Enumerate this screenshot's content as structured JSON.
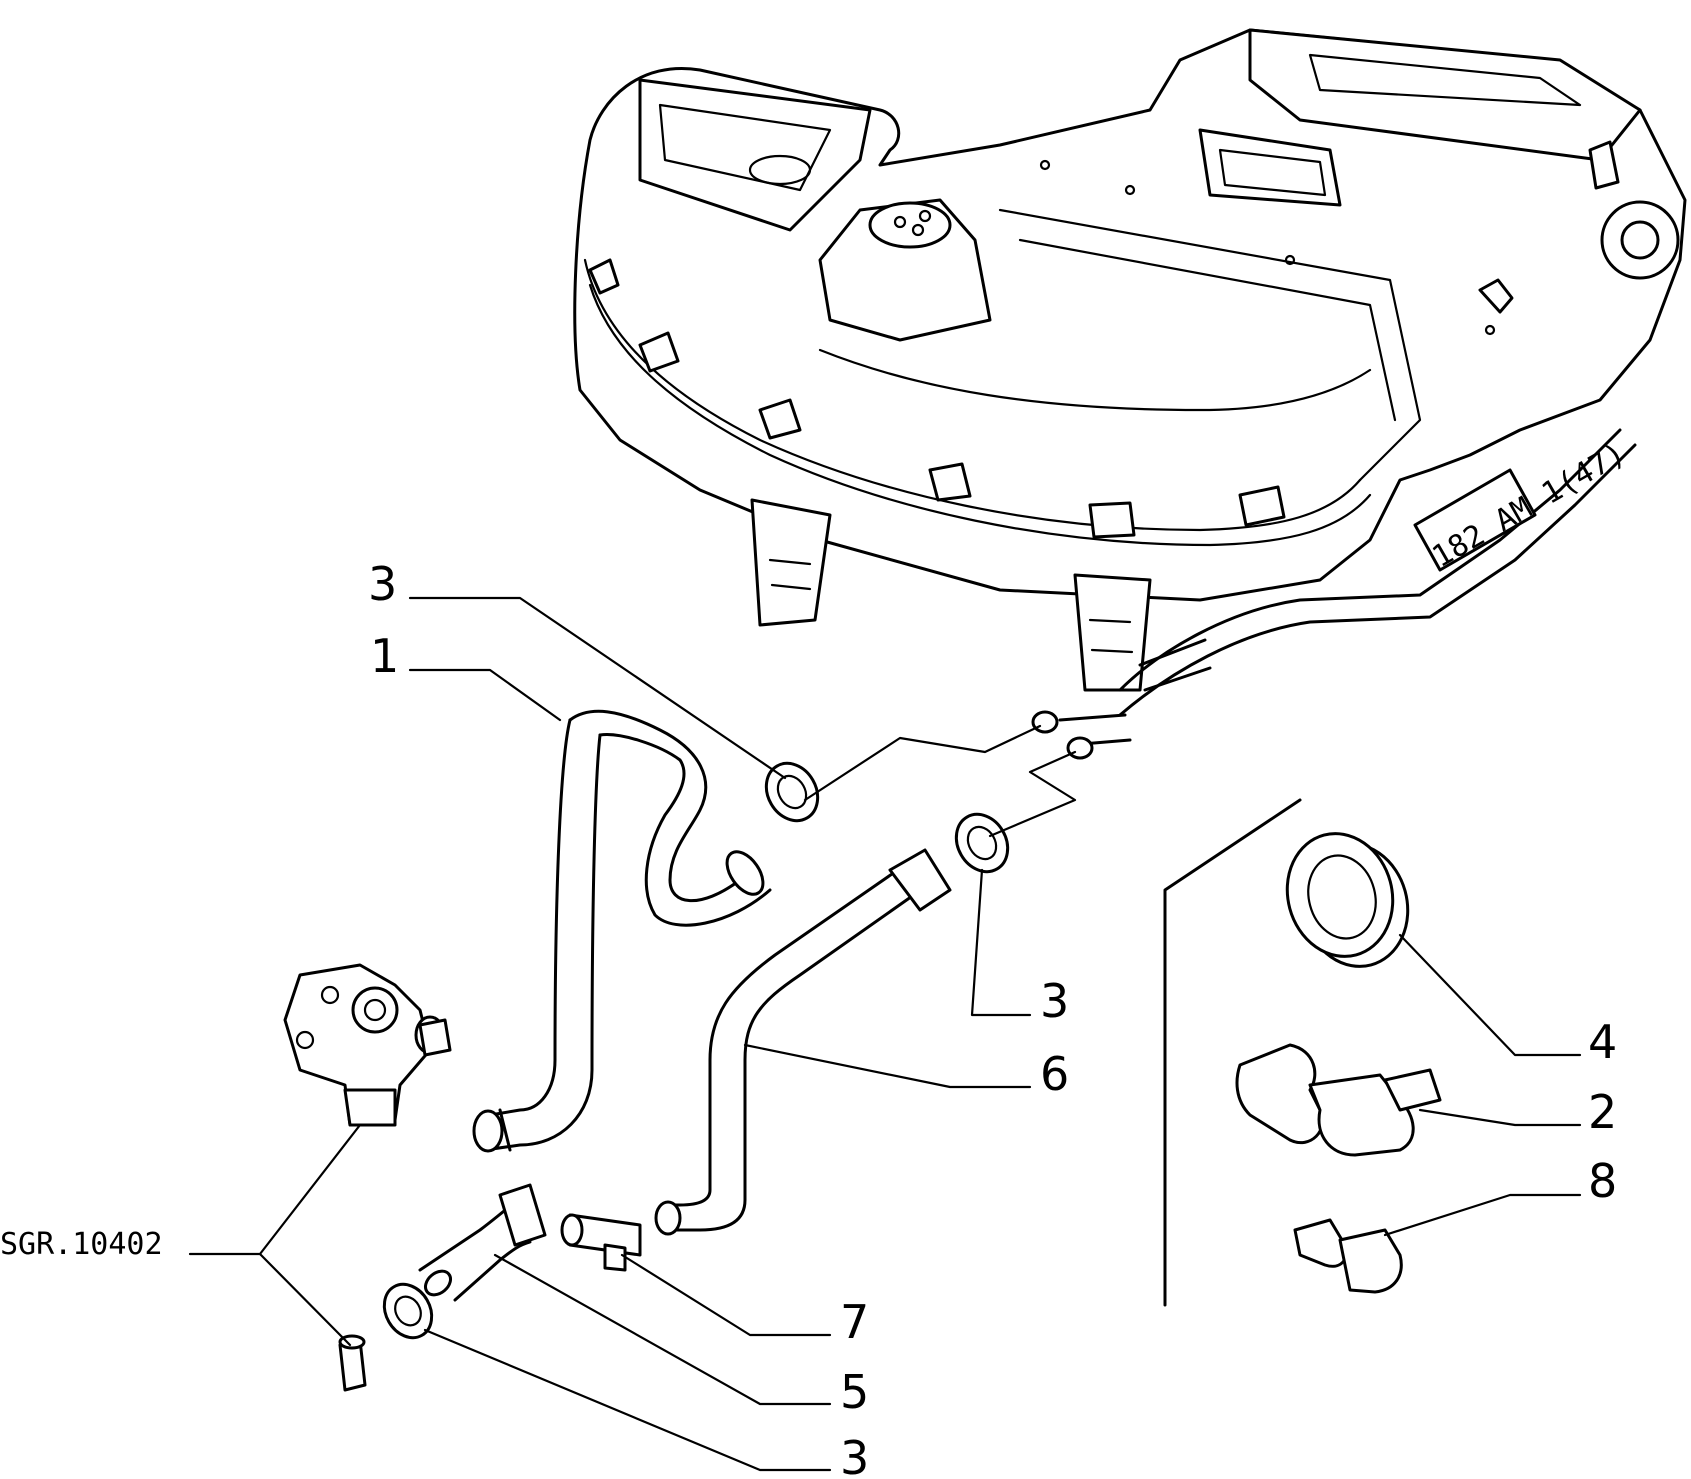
{
  "callouts": {
    "c1": "1",
    "c2": "2",
    "c3a": "3",
    "c3b": "3",
    "c3c": "3",
    "c4": "4",
    "c5": "5",
    "c6": "6",
    "c7": "7",
    "c8": "8"
  },
  "reference": "SGR.10402",
  "stamp": "182 AM 1(47)"
}
